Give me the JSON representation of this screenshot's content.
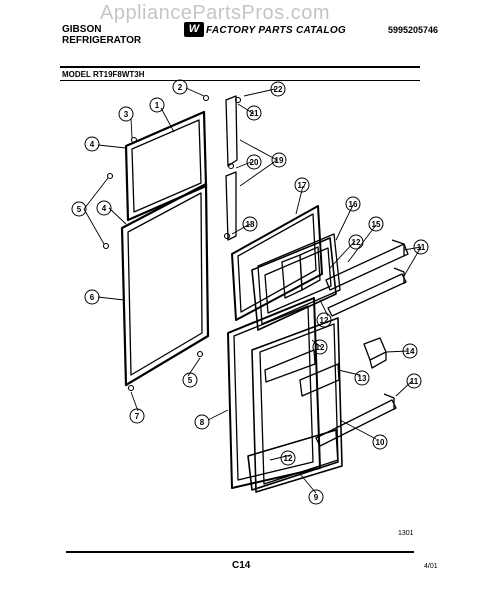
{
  "watermark": "AppliancePartsPros.com",
  "header": {
    "brand_line1": "GIBSON",
    "brand_line2": "REFRIGERATOR",
    "catalog_title": "FACTORY PARTS CATALOG",
    "part_number": "5995205746",
    "model": "MODEL RT19F8WT3H"
  },
  "footer": {
    "code": "1301",
    "page": "C14",
    "date": "4/01"
  },
  "callouts": [
    "1",
    "2",
    "3",
    "4",
    "4",
    "5",
    "5",
    "6",
    "7",
    "8",
    "9",
    "10",
    "11",
    "11",
    "11",
    "12",
    "12",
    "12",
    "12",
    "13",
    "14",
    "15",
    "16",
    "17",
    "18",
    "19",
    "20",
    "21",
    "22"
  ]
}
